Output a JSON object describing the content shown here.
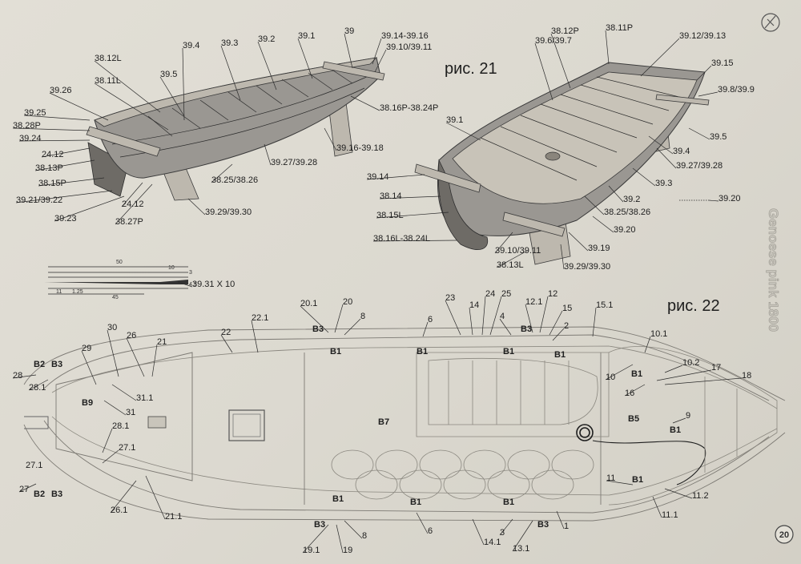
{
  "figures": {
    "fig21": "рис. 21",
    "fig22": "рис. 22"
  },
  "side_title": "Genoese pink 1800",
  "page_number": "20",
  "logo_icon": "compass-logo-icon",
  "fig21_left_labels": [
    "39.4",
    "39.3",
    "39.2",
    "39.1",
    "39",
    "39.14-39.16",
    "39.10/39.11",
    "38.12L",
    "38.11L",
    "39.5",
    "39.26",
    "39.25",
    "38.28P",
    "39.24",
    "24.12",
    "38.13P",
    "38.15P",
    "39.21/39.22",
    "39.23",
    "24.12",
    "38.27P",
    "38.16P-38.24P",
    "39.16-39.18",
    "39.27/39.28",
    "38.25/38.26",
    "39.29/39.30"
  ],
  "fig21_right_labels": [
    "38.12P",
    "38.11P",
    "39.6/39.7",
    "39.12/39.13",
    "39.15",
    "39.8/39.9",
    "39.1",
    "39.14",
    "38.14",
    "38.15L",
    "38.16L-38.24L",
    "39.10/39.11",
    "38.13L",
    "39.29/39.30",
    "39.19",
    "39.20",
    "38.25/38.26",
    "39.2",
    "39.3",
    "39.27/39.28",
    "39.4",
    "39.5",
    "39.20"
  ],
  "oar_detail": {
    "dims": [
      "50",
      "10",
      "3",
      "4.5",
      "11",
      "1.25",
      "45"
    ],
    "part": "39.31 X 10"
  },
  "fig22_labels": [
    "20.1",
    "20",
    "8",
    "B3",
    "B1",
    "22",
    "22.1",
    "30",
    "26",
    "21",
    "29",
    "31.1",
    "31",
    "B2",
    "B3",
    "28",
    "28.1",
    "B9",
    "28.1",
    "27.1",
    "27.1",
    "27",
    "B2",
    "B3",
    "26.1",
    "21.1",
    "B7",
    "6",
    "B1",
    "23",
    "14",
    "24",
    "25",
    "12.1",
    "12",
    "15",
    "4",
    "B3",
    "B1",
    "2",
    "B1",
    "15.1",
    "10.1",
    "10",
    "B1",
    "10.2",
    "17",
    "18",
    "16",
    "B5",
    "9",
    "B1",
    "11",
    "B1",
    "11.2",
    "11.1",
    "B1",
    "B3",
    "8",
    "19.1",
    "19",
    "B1",
    "6",
    "B1",
    "B3",
    "1",
    "3",
    "14.1",
    "13.1"
  ]
}
